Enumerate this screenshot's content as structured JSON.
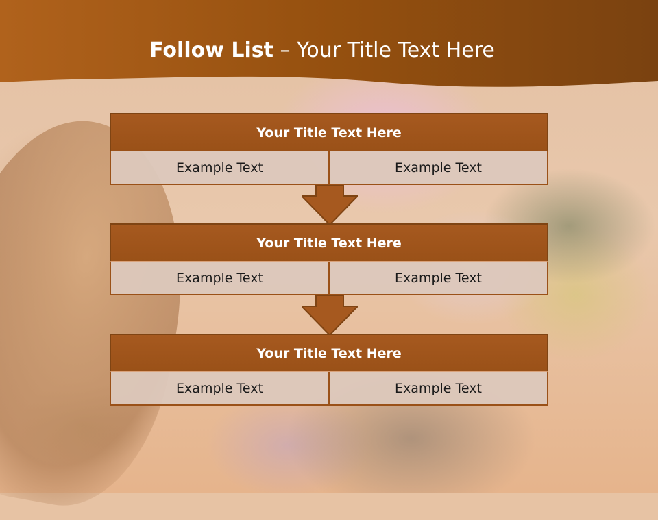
{
  "slide": {
    "title_bold": "Follow List",
    "title_rest": "– Your Title Text Here"
  },
  "boxes": [
    {
      "title": "Your Title Text Here",
      "left": "Example Text",
      "right": "Example Text"
    },
    {
      "title": "Your Title Text Here",
      "left": "Example Text",
      "right": "Example Text"
    },
    {
      "title": "Your Title Text Here",
      "left": "Example Text",
      "right": "Example Text"
    }
  ],
  "colors": {
    "header_brown": "#9c5414",
    "box_title": "#a6591f",
    "cell_bg": "#dcc8bc"
  }
}
